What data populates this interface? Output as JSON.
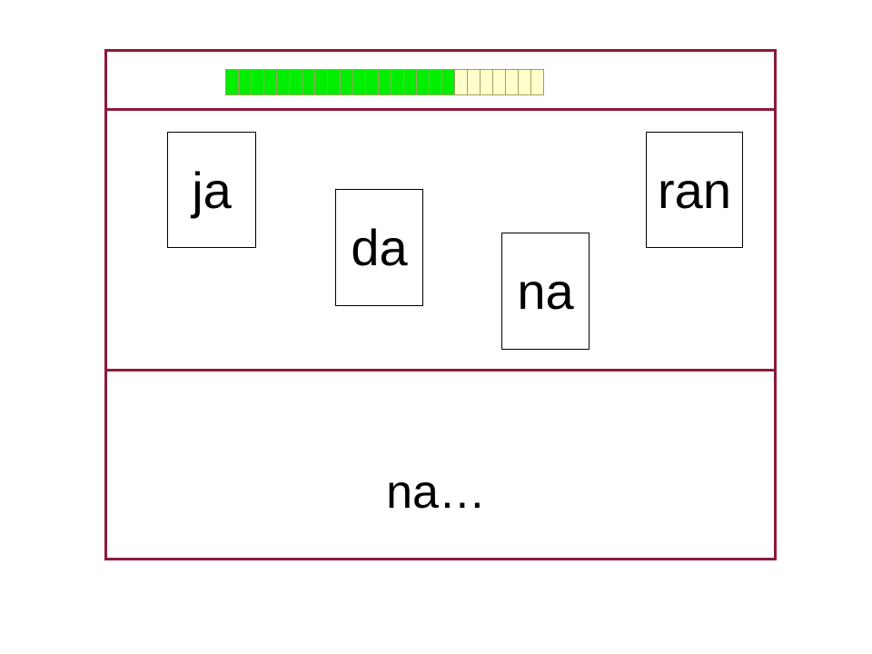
{
  "progress": {
    "filled_color": "#00ee00",
    "empty_color": "#ffffcc",
    "total": 25,
    "filled": 18
  },
  "cards": [
    {
      "id": "ja",
      "label": "ja"
    },
    {
      "id": "da",
      "label": "da"
    },
    {
      "id": "na",
      "label": "na"
    },
    {
      "id": "ran",
      "label": "ran"
    }
  ],
  "answer": {
    "text": "na…"
  },
  "colors": {
    "frame": "#8b1a3a"
  }
}
